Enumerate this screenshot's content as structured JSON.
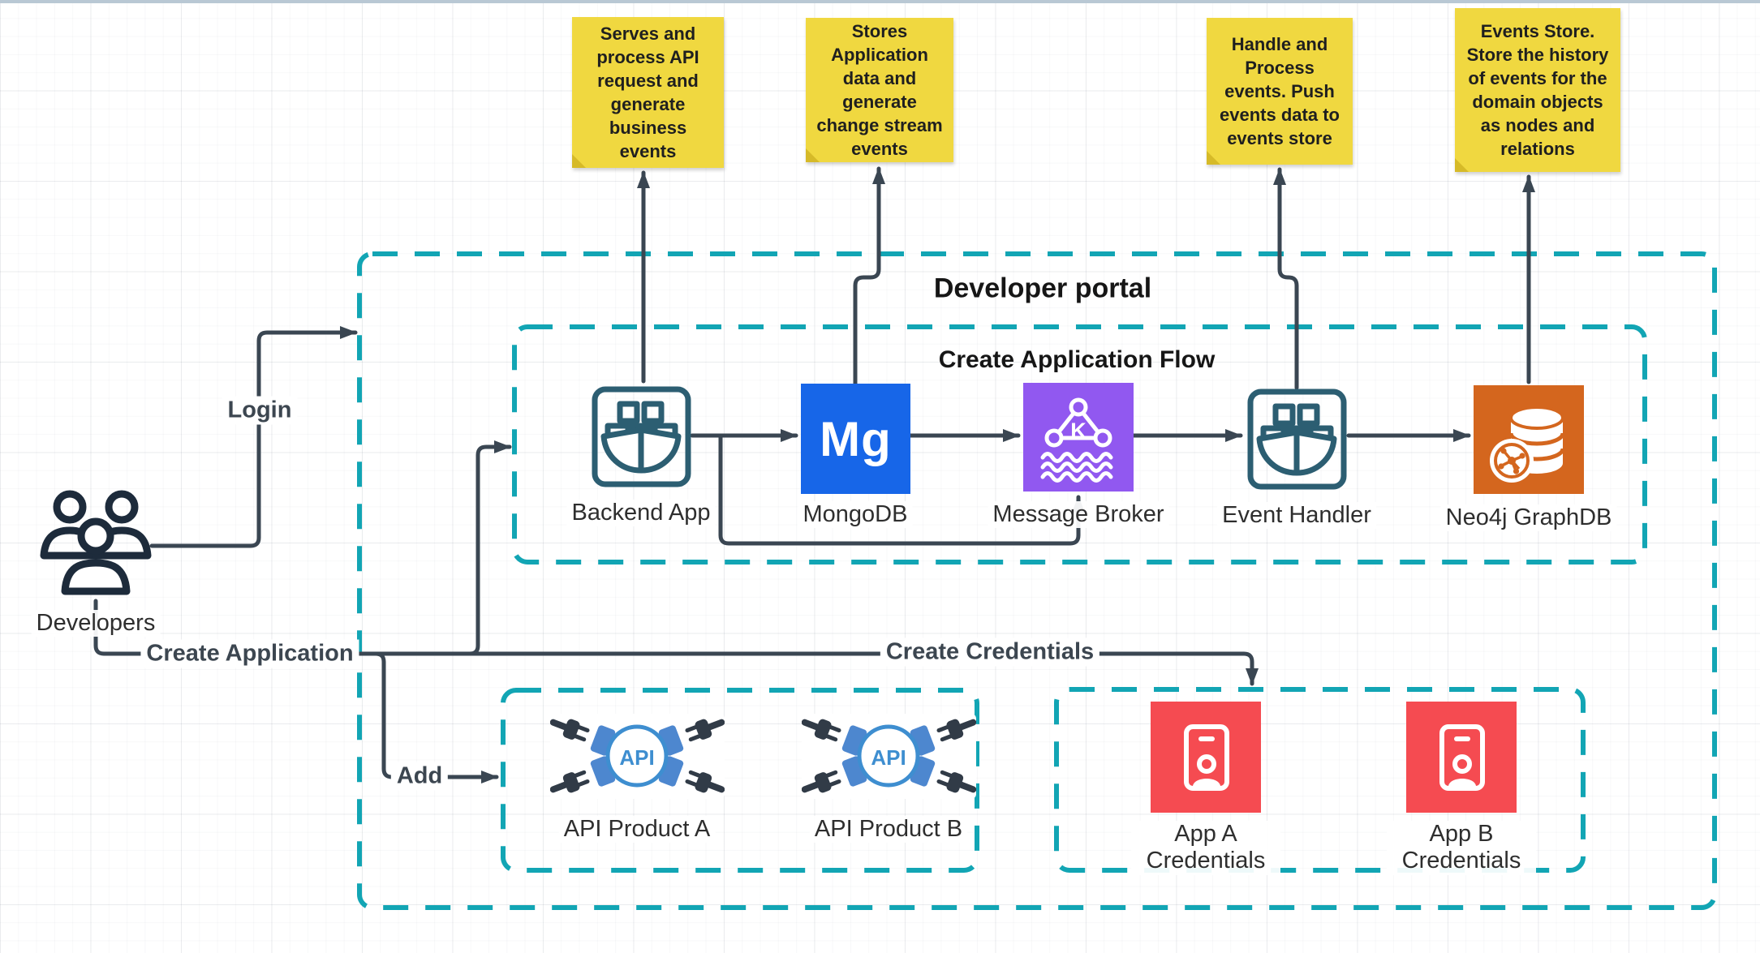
{
  "colors": {
    "line": "#3a4652",
    "teal": "#12a5b4",
    "note-bg": "#f0d840",
    "note-fold": "#d6ba28",
    "mongo-blue": "#1766e8",
    "broker-purple": "#9158f0",
    "neo4j-orange": "#d4661e",
    "credential-red": "#f54b51",
    "ship-teal": "#2c5e72",
    "dev-navy": "#1d2b3b",
    "api-blue": "#3e8ed0",
    "api-socket": "#4d87cf",
    "api-plug": "#313b47",
    "caption-text": "#2e2e2e",
    "label-text": "#3c4650",
    "title-text": "#161616",
    "note-text": "#1f1f1f"
  },
  "titles": {
    "portal": "Developer portal",
    "flow": "Create Application Flow"
  },
  "notes": [
    {
      "text": "Serves and process API request and generate business events"
    },
    {
      "text": "Stores Application data and generate change stream events"
    },
    {
      "text": "Handle and Process events. Push events data to events store"
    },
    {
      "text": "Events Store. Store the history of events for the domain objects as nodes and relations"
    }
  ],
  "nodes": {
    "developers": {
      "label": "Developers"
    },
    "backend": {
      "label": "Backend App"
    },
    "mongodb": {
      "label": "MongoDB",
      "logo": "Mg"
    },
    "broker": {
      "label": "Message Broker",
      "logo": "K"
    },
    "handler": {
      "label": "Event Handler"
    },
    "neo4j": {
      "label": "Neo4j GraphDB"
    },
    "product_a": {
      "label": "API Product A",
      "badge": "API"
    },
    "product_b": {
      "label": "API Product B",
      "badge": "API"
    },
    "app_a": {
      "label": "App A Credentials"
    },
    "app_b": {
      "label": "App B Credentials"
    }
  },
  "edges": {
    "login": "Login",
    "create_application": "Create Application",
    "create_credentials": "Create Credentials",
    "add": "Add"
  }
}
